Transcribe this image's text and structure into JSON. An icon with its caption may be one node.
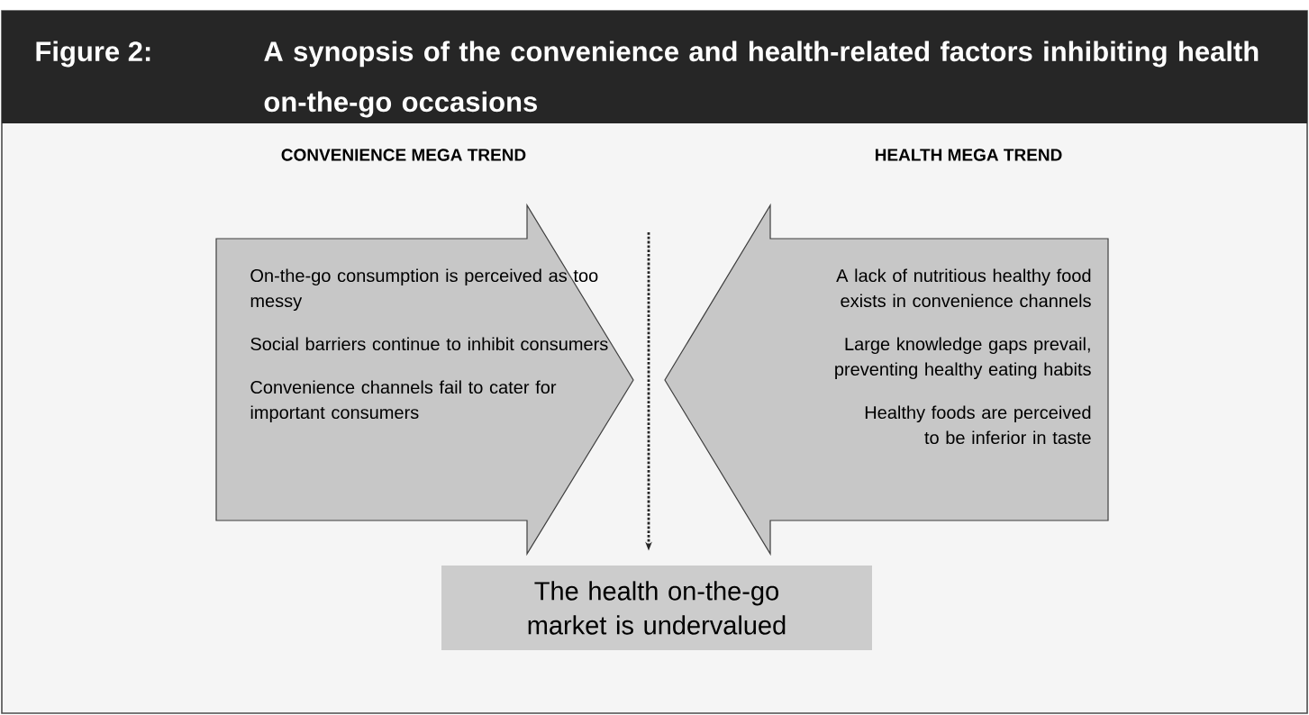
{
  "diagram": {
    "title": "A synopsis of the convenience and health-related factors inhibiting health on-the-go occasions",
    "nodes": [
      {
        "text": [
          "CONVENIENCE MEGA TREND",
          "On-the-go consumption is perceived as too messy",
          "Social barriers continue to inhibit consumers",
          "Convenience channels fail to cater for important consumers"
        ]
      },
      {
        "text": [
          "HEALTH MEGA TREND",
          "A lack of nutritious healthy food exists in convenience channels",
          "Large knowledge gaps prevail, preventing healthy eating habits",
          "Healthy foods are perceived to be inferior in taste"
        ]
      },
      {
        "text": [
          "The health on-the-go market is undervalued"
        ]
      }
    ],
    "edges": [
      {
        "from": null,
        "to": 2,
        "arrow": "to",
        "style": "dashed"
      }
    ],
    "labels": [
      "Figure 2:"
    ]
  }
}
